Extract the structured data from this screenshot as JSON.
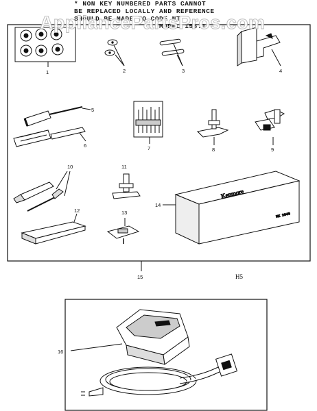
{
  "note": {
    "lines": [
      "* NON KEY NUMBERED PARTS CANNOT",
      "BE REPLACED LOCALLY AND REFERENCE",
      "SHOULD BE MADE TO CODE NT",
      "MODEL 158.1"
    ]
  },
  "watermark": "AppliancePartsPros.com",
  "callouts": {
    "c1": "1",
    "c2": "2",
    "c3": "3",
    "c4": "4",
    "c5": "5",
    "c6": "6",
    "c7": "7",
    "c8": "8",
    "c9": "9",
    "c10": "10",
    "c11": "11",
    "c12": "12",
    "c13": "13",
    "c14": "14",
    "c15": "15",
    "c16": "16"
  },
  "case_brand": "Kenmore",
  "case_model": "MK 2040",
  "page_code": "H5"
}
